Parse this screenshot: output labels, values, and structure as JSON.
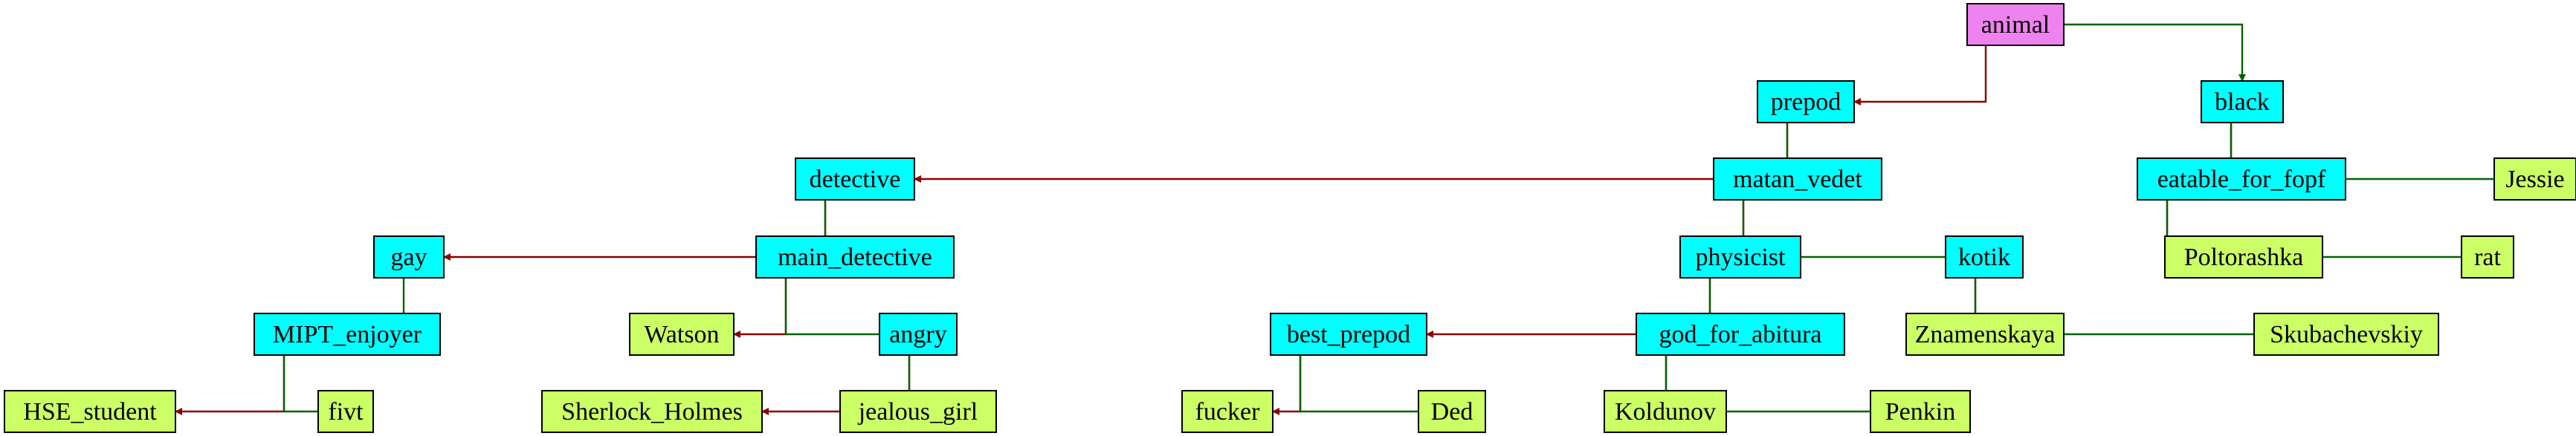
{
  "colors": {
    "root": "#ee82ee",
    "internal": "#00ffff",
    "leaf": "#ccff66",
    "yes_edge": "#8b0000",
    "no_edge": "#006400"
  },
  "nodes": [
    {
      "id": "animal",
      "label": "animal",
      "kind": "root"
    },
    {
      "id": "prepod",
      "label": "prepod",
      "kind": "internal"
    },
    {
      "id": "black",
      "label": "black",
      "kind": "internal"
    },
    {
      "id": "detective",
      "label": "detective",
      "kind": "internal"
    },
    {
      "id": "matan_vedet",
      "label": "matan_vedet",
      "kind": "internal"
    },
    {
      "id": "eatable_for_fopf",
      "label": "eatable_for_fopf",
      "kind": "internal"
    },
    {
      "id": "Jessie",
      "label": "Jessie",
      "kind": "leaf"
    },
    {
      "id": "gay",
      "label": "gay",
      "kind": "internal"
    },
    {
      "id": "main_detective",
      "label": "main_detective",
      "kind": "internal"
    },
    {
      "id": "physicist",
      "label": "physicist",
      "kind": "internal"
    },
    {
      "id": "kotik",
      "label": "kotik",
      "kind": "internal"
    },
    {
      "id": "Poltorashka",
      "label": "Poltorashka",
      "kind": "leaf"
    },
    {
      "id": "rat",
      "label": "rat",
      "kind": "leaf"
    },
    {
      "id": "MIPT_enjoyer",
      "label": "MIPT_enjoyer",
      "kind": "internal"
    },
    {
      "id": "Watson",
      "label": "Watson",
      "kind": "leaf"
    },
    {
      "id": "angry",
      "label": "angry",
      "kind": "internal"
    },
    {
      "id": "best_prepod",
      "label": "best_prepod",
      "kind": "internal"
    },
    {
      "id": "god_for_abitura",
      "label": "god_for_abitura",
      "kind": "internal"
    },
    {
      "id": "Znamenskaya",
      "label": "Znamenskaya",
      "kind": "leaf"
    },
    {
      "id": "Skubachevskiy",
      "label": "Skubachevskiy",
      "kind": "leaf"
    },
    {
      "id": "HSE_student",
      "label": "HSE_student",
      "kind": "leaf"
    },
    {
      "id": "fivt",
      "label": "fivt",
      "kind": "leaf"
    },
    {
      "id": "Sherlock_Holmes",
      "label": "Sherlock_Holmes",
      "kind": "leaf"
    },
    {
      "id": "jealous_girl",
      "label": "jealous_girl",
      "kind": "leaf"
    },
    {
      "id": "fucker",
      "label": "fucker",
      "kind": "leaf"
    },
    {
      "id": "Ded",
      "label": "Ded",
      "kind": "leaf"
    },
    {
      "id": "Koldunov",
      "label": "Koldunov",
      "kind": "leaf"
    },
    {
      "id": "Penkin",
      "label": "Penkin",
      "kind": "leaf"
    }
  ],
  "edges": [
    {
      "from": "animal",
      "to": "prepod",
      "type": "yes"
    },
    {
      "from": "animal",
      "to": "black",
      "type": "no"
    },
    {
      "from": "prepod",
      "to": "detective",
      "type": "yes"
    },
    {
      "from": "prepod",
      "to": "matan_vedet",
      "type": "no"
    },
    {
      "from": "black",
      "to": "eatable_for_fopf",
      "type": "yes"
    },
    {
      "from": "black",
      "to": "Jessie",
      "type": "no"
    },
    {
      "from": "detective",
      "to": "gay",
      "type": "yes"
    },
    {
      "from": "detective",
      "to": "main_detective",
      "type": "no"
    },
    {
      "from": "matan_vedet",
      "to": "physicist",
      "type": "yes"
    },
    {
      "from": "matan_vedet",
      "to": "kotik",
      "type": "no"
    },
    {
      "from": "eatable_for_fopf",
      "to": "Poltorashka",
      "type": "yes"
    },
    {
      "from": "eatable_for_fopf",
      "to": "rat",
      "type": "no"
    },
    {
      "from": "gay",
      "to": "MIPT_enjoyer",
      "type": "no"
    },
    {
      "from": "main_detective",
      "to": "Watson",
      "type": "yes"
    },
    {
      "from": "main_detective",
      "to": "angry",
      "type": "no"
    },
    {
      "from": "physicist",
      "to": "best_prepod",
      "type": "yes"
    },
    {
      "from": "physicist",
      "to": "god_for_abitura",
      "type": "no"
    },
    {
      "from": "kotik",
      "to": "Znamenskaya",
      "type": "yes"
    },
    {
      "from": "kotik",
      "to": "Skubachevskiy",
      "type": "no"
    },
    {
      "from": "MIPT_enjoyer",
      "to": "HSE_student",
      "type": "yes"
    },
    {
      "from": "MIPT_enjoyer",
      "to": "fivt",
      "type": "no"
    },
    {
      "from": "angry",
      "to": "Sherlock_Holmes",
      "type": "yes"
    },
    {
      "from": "angry",
      "to": "jealous_girl",
      "type": "no"
    },
    {
      "from": "best_prepod",
      "to": "fucker",
      "type": "yes"
    },
    {
      "from": "best_prepod",
      "to": "Ded",
      "type": "no"
    },
    {
      "from": "god_for_abitura",
      "to": "Koldunov",
      "type": "yes"
    },
    {
      "from": "god_for_abitura",
      "to": "Penkin",
      "type": "no"
    }
  ]
}
